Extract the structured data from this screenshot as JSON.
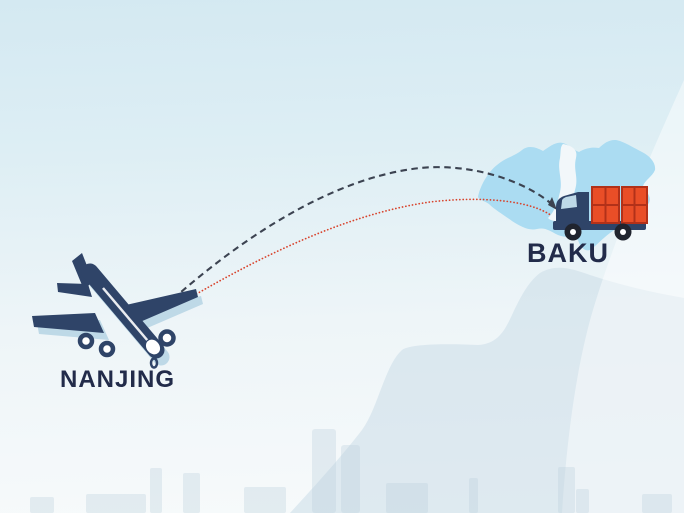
{
  "illustration": {
    "title": "air-freight-route-illustration",
    "origin": {
      "city_label": "NANJING",
      "icon": "airplane"
    },
    "destination": {
      "city_label": "BAKU",
      "icon": "cargo-truck",
      "region_shape": "azerbaijan-map"
    },
    "routes": {
      "air_route": {
        "style": "dashed",
        "color": "#3c4351"
      },
      "ground_route": {
        "style": "dotted",
        "color": "#d8432c"
      }
    },
    "colors": {
      "navy": "#2f4468",
      "label_navy": "#222b4a",
      "light_blue": "#bed9e7",
      "map_blue": "#abdcf2",
      "map_inlet": "#f2f7fa",
      "container_orange": "#e94e27",
      "container_grid": "#b23119",
      "wheel_dark": "#20242e",
      "sky_top": "#d4e9f2",
      "sky_bottom": "#f7fafb"
    }
  }
}
